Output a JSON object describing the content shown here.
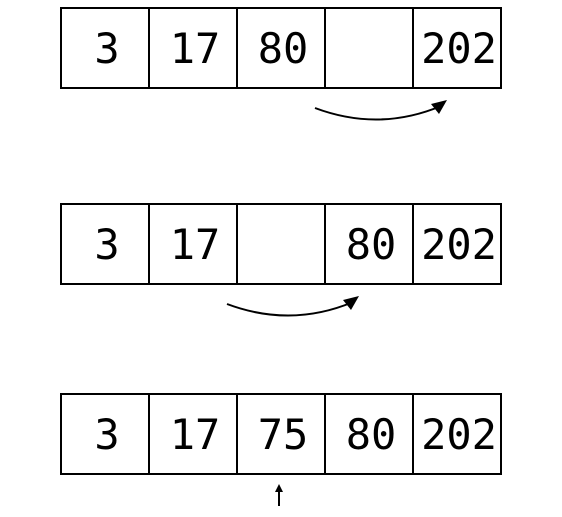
{
  "rows": [
    {
      "cells": [
        "3",
        "17",
        "80",
        "",
        "202"
      ],
      "arrow": "shift-curve",
      "arrow_from_cell": 3,
      "arrow_to_cell": 4
    },
    {
      "cells": [
        "3",
        "17",
        "",
        "80",
        "202"
      ],
      "arrow": "shift-curve",
      "arrow_from_cell": 2,
      "arrow_to_cell": 3
    },
    {
      "cells": [
        "3",
        "17",
        "75",
        "80",
        "202"
      ],
      "arrow": "insert-pointer",
      "arrow_at_cell": 2
    }
  ],
  "colors": {
    "stroke": "#000000",
    "fill": "#ffffff",
    "text": "#000000"
  }
}
